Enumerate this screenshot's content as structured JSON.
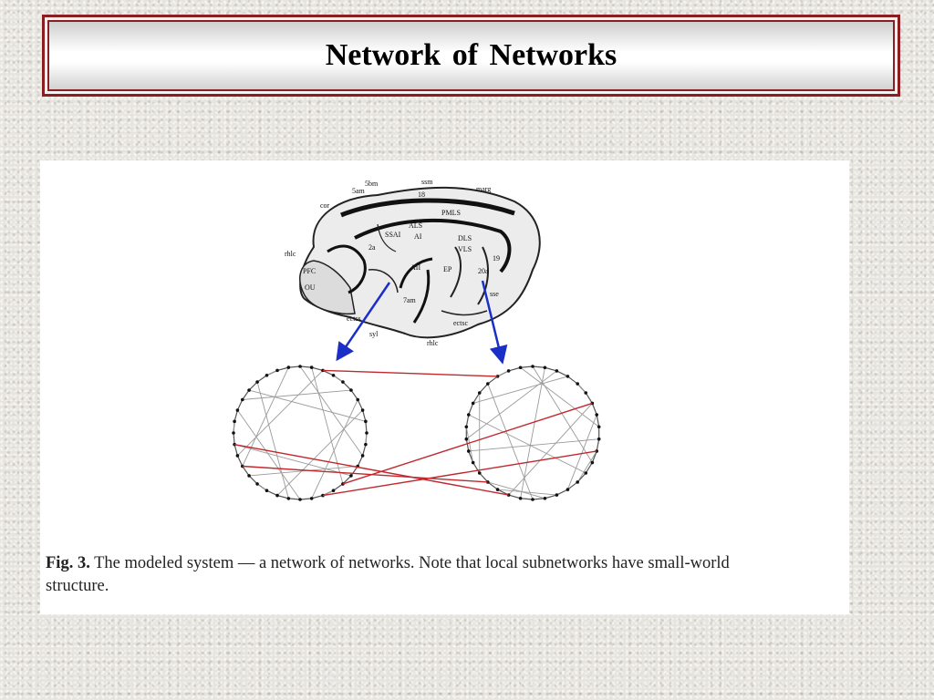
{
  "slide": {
    "title": "Network of Networks"
  },
  "figure": {
    "brain_labels": {
      "cor": "cor",
      "5am": "5am",
      "5bm": "5bm",
      "ssm": "ssm",
      "marg": "marg",
      "rhlc_left": "rhlc",
      "ectss": "ectss",
      "syl": "syl",
      "rhlc_bottom": "rhlc",
      "ectsc": "ectsc",
      "sse": "sse",
      "PMLS": "PMLS",
      "ALS": "ALS",
      "AII": "AII",
      "AI": "AI",
      "SSAI": "SSAI",
      "DLS": "DLS",
      "VLS": "VLS",
      "EP": "EP",
      "OU": "OU",
      "PFC": "PFC",
      "7am": "7am",
      "2a": "2a",
      "20a": "20a",
      "19": "19",
      "18": "18"
    },
    "caption_label": "Fig. 3.",
    "caption_text": " The modeled system — a network of networks. Note that local subnetworks have small-world structure."
  },
  "colors": {
    "frame": "#8a1f22",
    "arrow": "#1a2ec8",
    "inter_link": "#c0282d",
    "intra_link": "#9a9a9a"
  }
}
